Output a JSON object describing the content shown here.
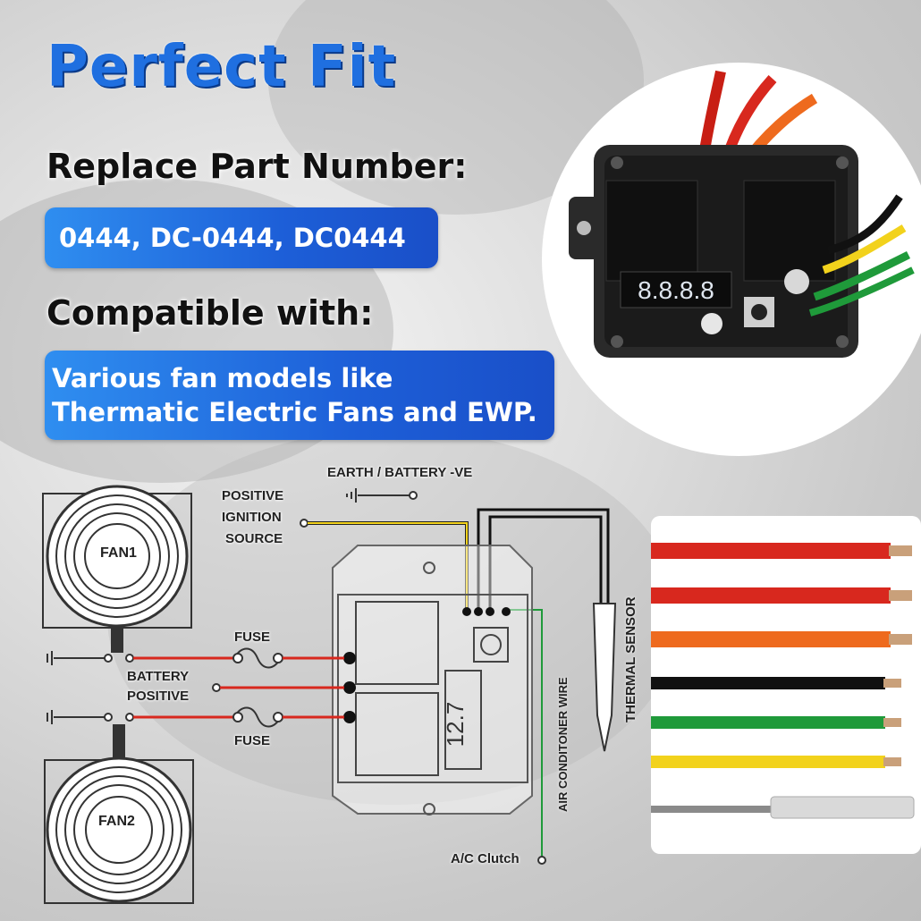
{
  "header": {
    "title": "Perfect Fit"
  },
  "replace": {
    "heading": "Replace Part Number:",
    "parts": "0444, DC-0444, DC0444"
  },
  "compat": {
    "heading": "Compatible with:",
    "line1": "Various fan models like",
    "line2": "Thermatic Electric Fans and EWP."
  },
  "product": {
    "display": "8.8.8.8"
  },
  "diagram": {
    "earth": "EARTH / BATTERY -VE",
    "ignition": [
      "POSITIVE",
      "IGNITION",
      "SOURCE"
    ],
    "fan1": "FAN1",
    "fan2": "FAN2",
    "fuse_top": "FUSE",
    "fuse_bottom": "FUSE",
    "battery": [
      "BATTERY",
      "POSITIVE"
    ],
    "thermal": "THERMAL SENSOR",
    "aircon": "AIR CONDITONER WIRE",
    "ac_clutch": "A/C Clutch",
    "display_text": "12.7"
  },
  "colors": {
    "accent": "#1f6fe0",
    "red": "#d8281e",
    "orange": "#ee6a1e",
    "black": "#111111",
    "green": "#1f9a3a",
    "yellow": "#f2d21c",
    "gray": "#8a8a8a"
  },
  "wires": [
    "red",
    "red",
    "orange",
    "black",
    "green",
    "yellow",
    "sensor"
  ]
}
